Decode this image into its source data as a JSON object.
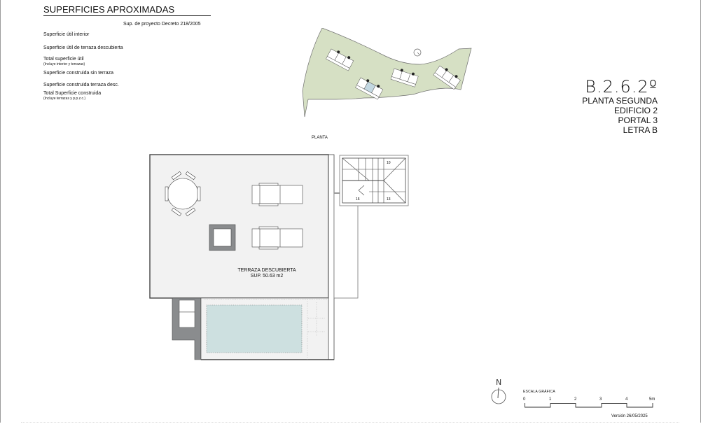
{
  "surfaces": {
    "title": "SUPERFICIES APROXIMADAS",
    "subtitle": "Sup. de proyecto   Decreto 218/2005",
    "items": [
      {
        "label": "Superficie útil interior",
        "note": ""
      },
      {
        "label": "Superficie útil de terraza descubierta",
        "note": ""
      },
      {
        "label": "Total superficie útil",
        "note": "(Incluye interior y terrazas)"
      },
      {
        "label": "Superficie construida sin terraza",
        "note": ""
      },
      {
        "label": "Superficie construida terraza desc.",
        "note": ""
      },
      {
        "label": "Total Superficie construida",
        "note": "(Incluye terrazas y p.p.z.c.)"
      }
    ]
  },
  "unit": {
    "code": "B.2.6.2º",
    "floor": "PLANTA SEGUNDA",
    "building": "EDIFICIO 2",
    "portal": "PORTAL  3",
    "letter": "LETRA B"
  },
  "plan": {
    "label": "PLANTA",
    "terrace_name": "TERRAZA DESCUBIERTA",
    "terrace_area": "SUP. 50.63 m2",
    "stair_numbers": [
      "10",
      "13",
      "16"
    ]
  },
  "colors": {
    "site_green": "#d6e0c4",
    "pool_blue": "#cde0e0",
    "highlight_unit": "#c3d8e2",
    "wall_gray": "#8a8c8e",
    "terrace_fill": "#f2f2f2"
  },
  "north": {
    "label": "N"
  },
  "scale": {
    "title": "ESCALA GRÁFICA",
    "ticks": [
      "0",
      "1",
      "2",
      "3",
      "4",
      "5m"
    ]
  },
  "version": "Versión 26/05/2025"
}
